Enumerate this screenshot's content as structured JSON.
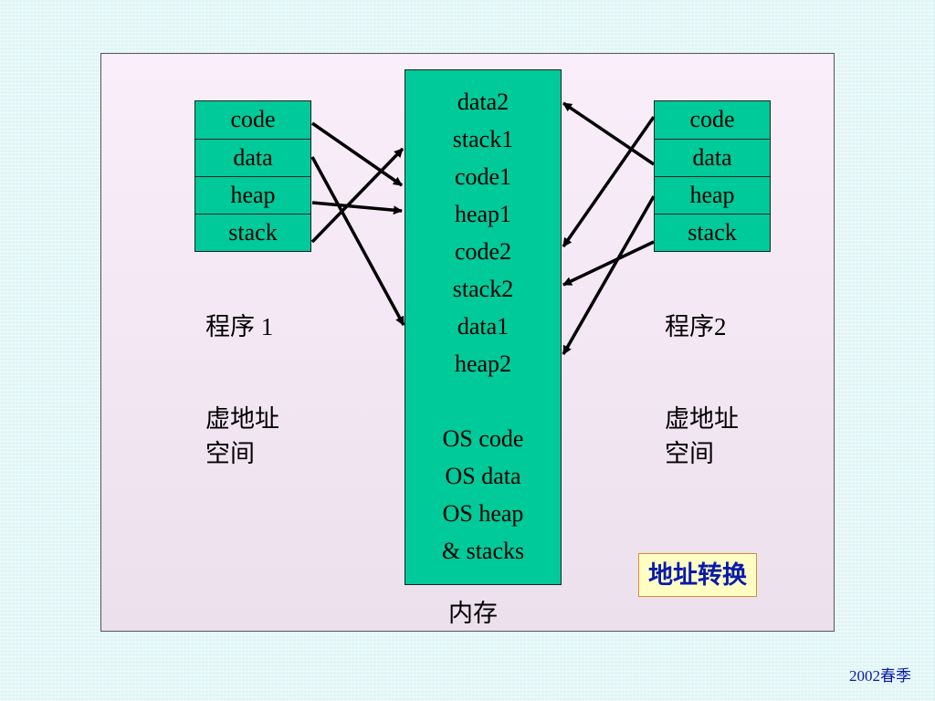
{
  "program1": {
    "segments": [
      "code",
      "data",
      "heap",
      "stack"
    ],
    "name": "程序 1",
    "va_line1": "虚地址",
    "va_line2": "空间"
  },
  "program2": {
    "segments": [
      "code",
      "data",
      "heap",
      "stack"
    ],
    "name": "程序2",
    "va_line1": "虚地址",
    "va_line2": "空间"
  },
  "memory": {
    "lines": [
      "data2",
      "stack1",
      "code1",
      "heap1",
      "code2",
      "stack2",
      "data1",
      "heap2"
    ],
    "os_lines": [
      "OS code",
      "OS data",
      "OS heap",
      "& stacks"
    ],
    "label": "内存"
  },
  "translation_tag": "地址转换",
  "footer": "2002春季",
  "colors": {
    "box_fill": "#00c99a",
    "tag_text": "#0a1aa8",
    "tag_fill": "#ffffc4"
  }
}
